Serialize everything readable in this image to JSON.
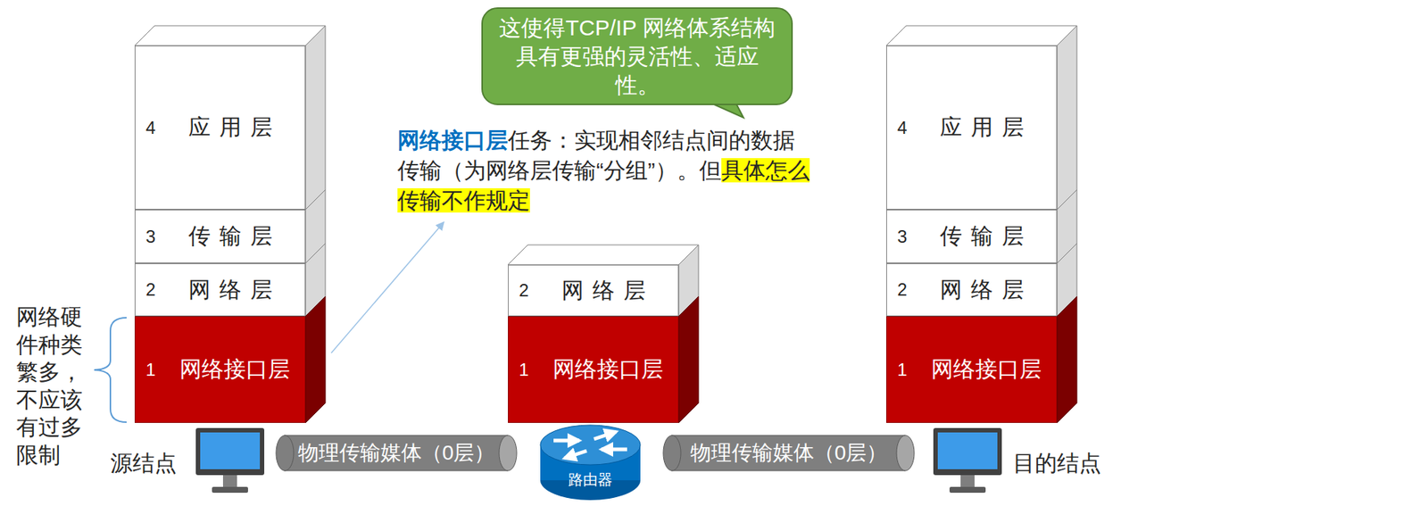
{
  "diagram": {
    "nodes": [
      {
        "text": [
          "4",
          "应用层"
        ]
      },
      {
        "text": [
          "3",
          "传输层"
        ]
      },
      {
        "text": [
          "2",
          "网络层"
        ]
      },
      {
        "text": [
          "1",
          "网络接口层"
        ]
      },
      {
        "text": [
          "2",
          "网络层"
        ]
      },
      {
        "text": [
          "1",
          "网络接口层"
        ]
      },
      {
        "text": [
          "4",
          "应用层"
        ]
      },
      {
        "text": [
          "3",
          "传输层"
        ]
      },
      {
        "text": [
          "2",
          "网络层"
        ]
      },
      {
        "text": [
          "1",
          "网络接口层"
        ]
      },
      {
        "text": [
          "这使得TCP/IP 网络体系结构具有更强的灵活性、适应性。"
        ]
      },
      {
        "text": [
          "物理传输媒体（0层）"
        ]
      },
      {
        "text": [
          "路由器"
        ]
      },
      {
        "text": [
          "物理传输媒体（0层）"
        ]
      }
    ],
    "labels": [
      "网络硬件种类繁多，不应该有过多限制",
      "网络接口层",
      "任务：实现相邻结点间的数据传输（为网络层传输“分组”）。但",
      "具体怎么传输不作规定",
      "源结点",
      "目的结点"
    ]
  }
}
